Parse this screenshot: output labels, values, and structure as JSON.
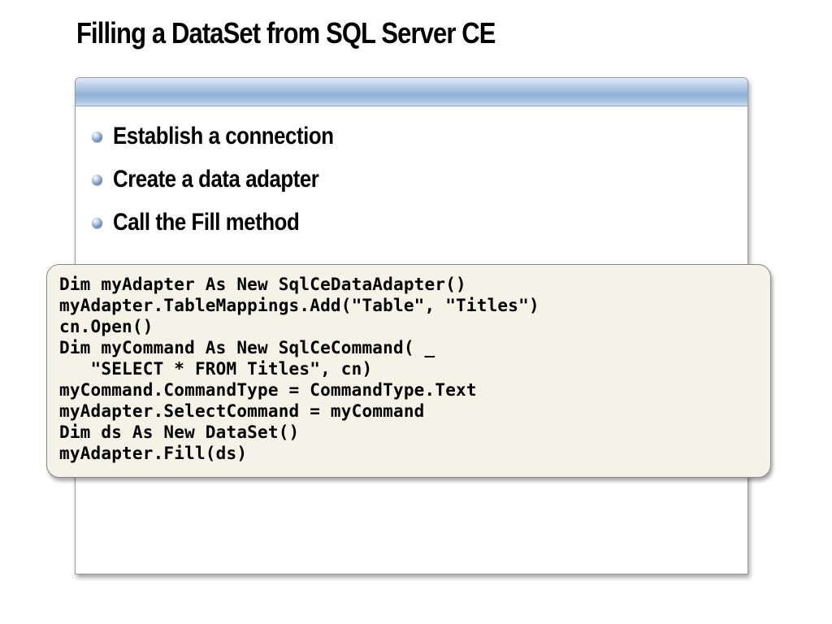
{
  "slide": {
    "title": "Filling a DataSet from SQL Server CE",
    "bullets": [
      "Establish a connection",
      "Create a data adapter",
      "Call the Fill method"
    ],
    "code_lines": [
      "Dim myAdapter As New SqlCeDataAdapter()",
      "myAdapter.TableMappings.Add(\"Table\", \"Titles\")",
      "cn.Open()",
      "Dim myCommand As New SqlCeCommand( _",
      "   \"SELECT * FROM Titles\", cn)",
      "myCommand.CommandType = CommandType.Text",
      "myAdapter.SelectCommand = myCommand",
      "Dim ds As New DataSet()",
      "myAdapter.Fill(ds)"
    ]
  },
  "colors": {
    "header_band": "#8fb0d8",
    "code_background": "#f3f3e8",
    "bullet": "#6e8fbd"
  },
  "icons": {
    "bullet": "sphere-bullet-icon"
  }
}
